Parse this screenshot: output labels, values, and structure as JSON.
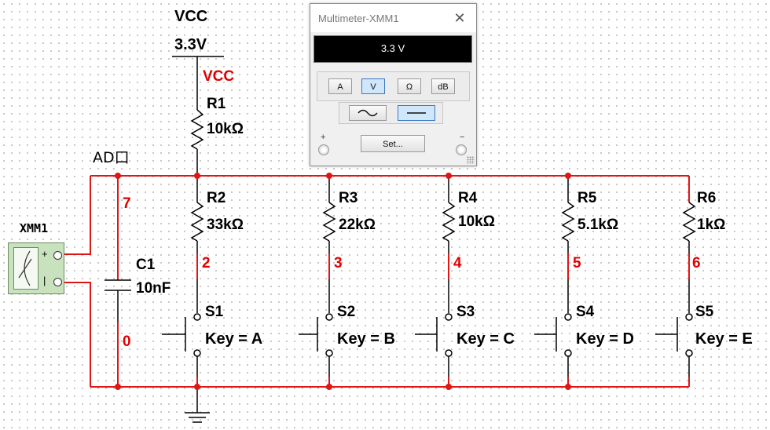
{
  "vcc": {
    "name": "VCC",
    "voltage": "3.3V",
    "net_label": "VCC"
  },
  "ad_port": "AD口",
  "resistors": [
    {
      "ref": "R1",
      "value": "10kΩ"
    },
    {
      "ref": "R2",
      "value": "33kΩ"
    },
    {
      "ref": "R3",
      "value": "22kΩ"
    },
    {
      "ref": "R4",
      "value": "10kΩ"
    },
    {
      "ref": "R5",
      "value": "5.1kΩ"
    },
    {
      "ref": "R6",
      "value": "1kΩ"
    }
  ],
  "capacitor": {
    "ref": "C1",
    "value": "10nF"
  },
  "switches": [
    {
      "ref": "S1",
      "key": "Key = A"
    },
    {
      "ref": "S2",
      "key": "Key = B"
    },
    {
      "ref": "S3",
      "key": "Key = C"
    },
    {
      "ref": "S4",
      "key": "Key = D"
    },
    {
      "ref": "S5",
      "key": "Key = E"
    }
  ],
  "nets": {
    "n7": "7",
    "n0": "0",
    "n2": "2",
    "n3": "3",
    "n4": "4",
    "n5": "5",
    "n6": "6"
  },
  "instrument": {
    "ref": "XMM1",
    "plus": "+",
    "minus": "−"
  },
  "multimeter": {
    "title": "Multimeter-XMM1",
    "close": "✕",
    "reading": "3.3 V",
    "modes": [
      "A",
      "V",
      "Ω",
      "dB"
    ],
    "active_mode": "V",
    "set_label": "Set...",
    "plus": "+",
    "minus": "−"
  },
  "colors": {
    "wire": "#e01515",
    "net_label": "#e00000",
    "accent": "#3a7ac0"
  }
}
